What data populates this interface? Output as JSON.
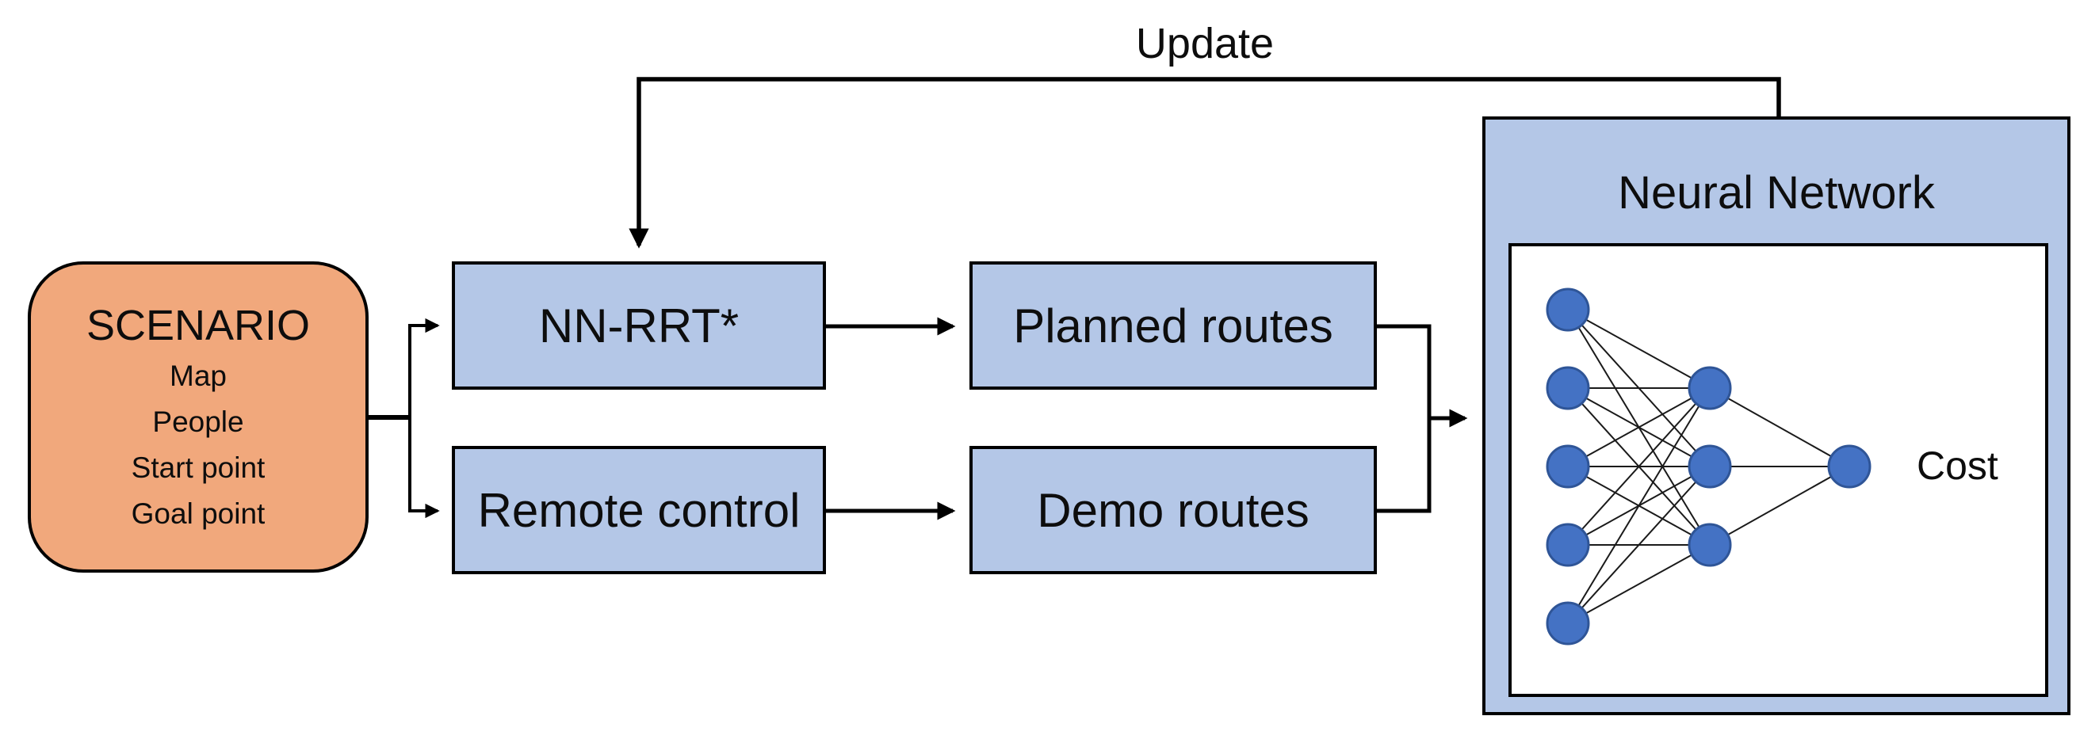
{
  "diagram": {
    "update_label": "Update",
    "scenario": {
      "title": "SCENARIO",
      "items": [
        "Map",
        "People",
        "Start point",
        "Goal point"
      ]
    },
    "boxes": {
      "nn_rrt": "NN-RRT*",
      "remote_control": "Remote control",
      "planned_routes": "Planned routes",
      "demo_routes": "Demo routes"
    },
    "neural_network": {
      "title": "Neural Network",
      "output_label": "Cost",
      "layers": [
        5,
        3,
        1
      ]
    },
    "colors": {
      "scenario_fill": "#F1A87C",
      "process_fill": "#B4C7E7",
      "node_fill": "#4472C4",
      "node_stroke": "#2F5597",
      "line": "#000000",
      "edge_line": "#1a1a1a"
    }
  }
}
